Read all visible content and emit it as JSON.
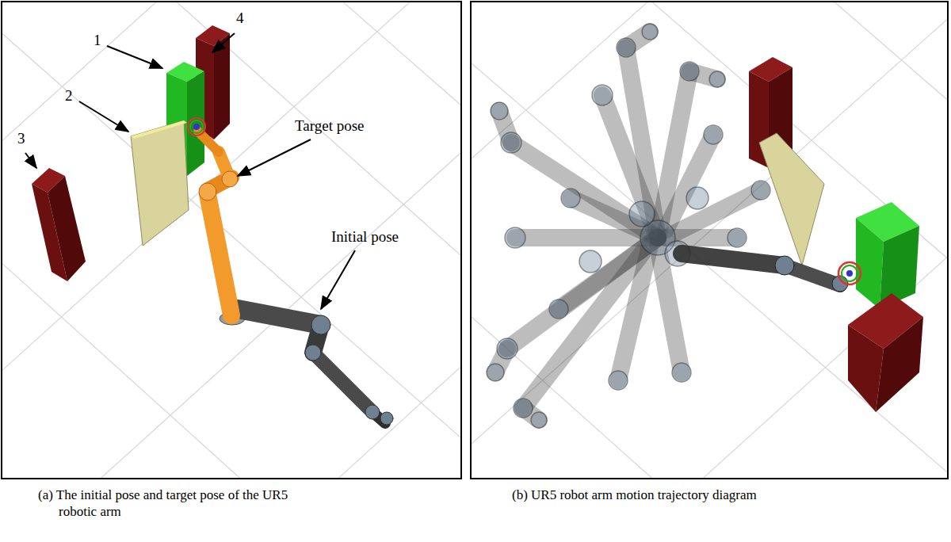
{
  "diagram": {
    "labels": [
      "1",
      "4",
      "2",
      "3",
      "Target pose",
      "Initial pose",
      "(a) The initial pose and target pose of the UR5 robotic arm",
      "(b) UR5 robot arm motion trajectory diagram"
    ]
  }
}
